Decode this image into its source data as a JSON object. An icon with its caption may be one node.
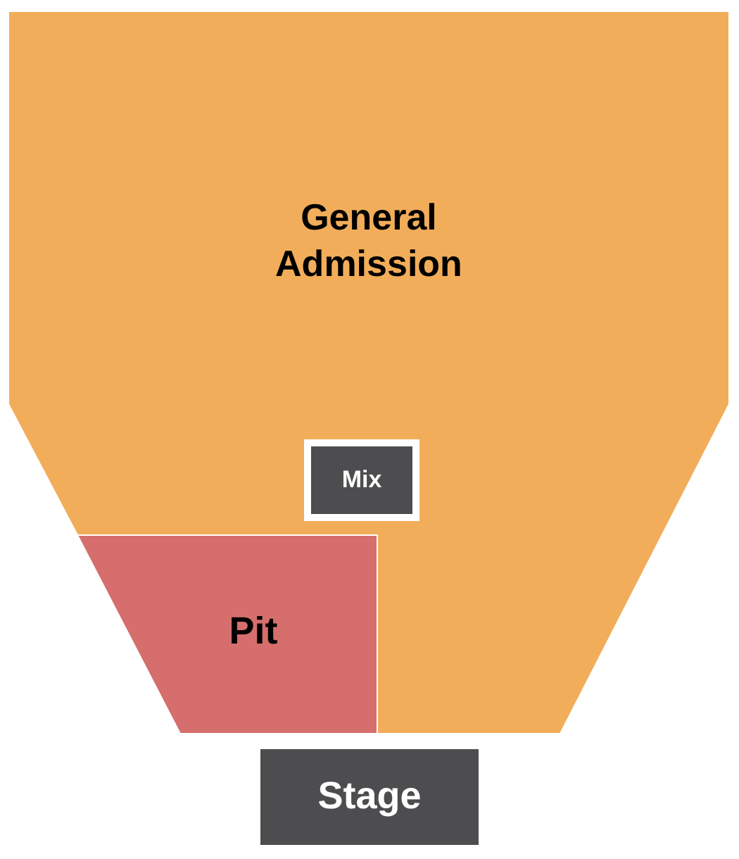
{
  "diagram": {
    "nodes": [
      {
        "text": [
          "General Admission"
        ]
      },
      {
        "text": [
          "Mix"
        ],
        "in": 0
      },
      {
        "text": [
          "Pit"
        ]
      },
      {
        "text": [
          "Stage"
        ]
      }
    ]
  }
}
